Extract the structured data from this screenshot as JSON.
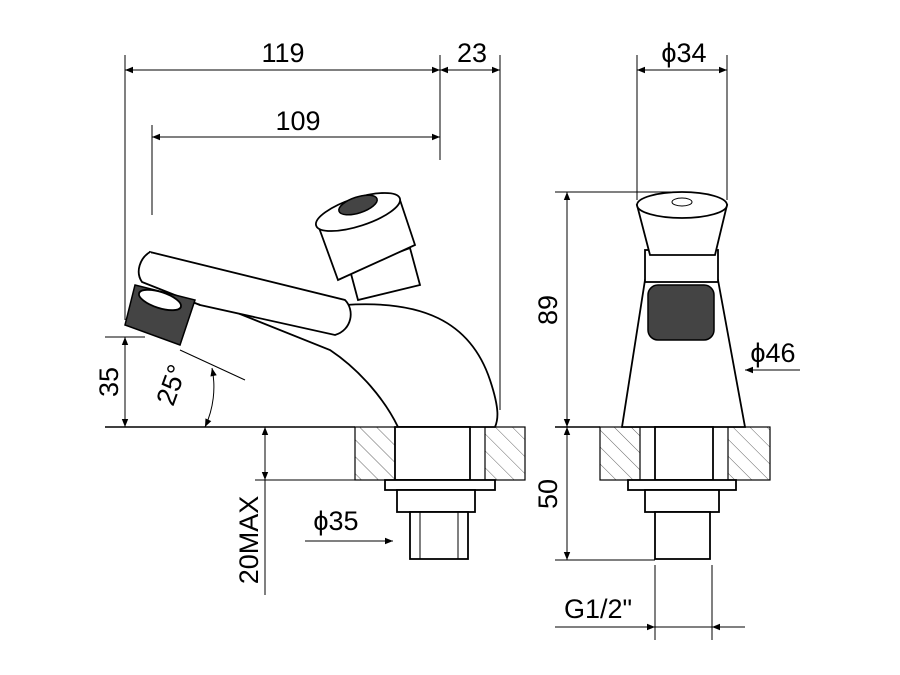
{
  "drawing": {
    "side_view": {
      "overall_length": "119",
      "rear_offset": "23",
      "spout_length": "109",
      "spout_height": "35",
      "spout_angle": "25°",
      "max_counter_thickness": "20MAX",
      "shank_diameter": "ϕ35"
    },
    "front_view": {
      "button_diameter": "ϕ34",
      "total_height": "89",
      "base_diameter": "ϕ46",
      "shank_length": "50",
      "thread": "G1/2\""
    },
    "colors": {
      "line": "#000000",
      "background": "#ffffff"
    }
  }
}
